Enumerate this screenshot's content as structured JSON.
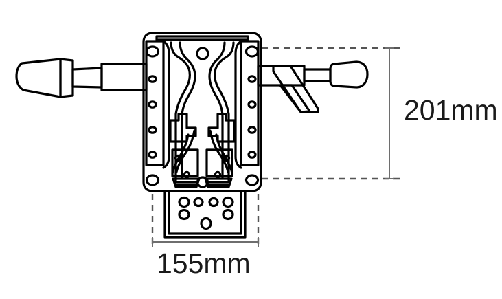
{
  "drawing": {
    "title": "Gripper mechanism orthographic outline drawing",
    "background_color": "#ffffff",
    "line_color": "#000000",
    "dimension_line_color": "#6e6e6e",
    "text_color": "#1a1a1a",
    "view": "front elevation"
  },
  "dimensions": {
    "vertical": {
      "label": "201mm",
      "value": 201,
      "unit": "mm",
      "measures": "overall body height",
      "orientation": "vertical",
      "position": "right"
    },
    "horizontal": {
      "label": "155mm",
      "value": 155,
      "unit": "mm",
      "measures": "overall body width",
      "orientation": "horizontal",
      "position": "bottom"
    }
  },
  "components": {
    "left_handle": "left-handle-grip",
    "left_shaft": "left-handle-shaft",
    "right_handle": "right-handle-grip",
    "right_shaft": "right-handle-shaft",
    "right_lever": "right-trigger-lever",
    "body": "main-body-frame",
    "left_rail": "left-side-rail",
    "right_rail": "right-side-rail",
    "left_jaw": "left-gripper-jaw",
    "right_jaw": "right-gripper-jaw",
    "base_plate": "bottom-mounting-plate",
    "top_hole": "top-center-pivot-hole"
  }
}
